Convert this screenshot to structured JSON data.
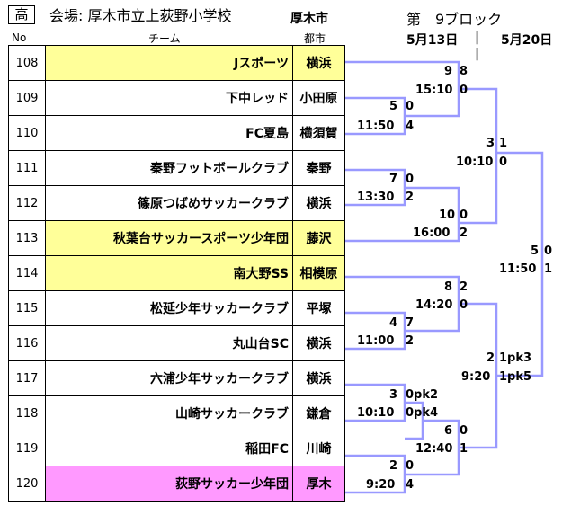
{
  "header": {
    "grade": "高",
    "venue": "会場: 厚木市立上荻野小学校",
    "city": "厚木市",
    "block": "第　9ブロック",
    "date1": "5月13日",
    "date2": "5月20日",
    "separator": "|\n|"
  },
  "columns": {
    "no": "No",
    "team": "チーム",
    "city": "都市"
  },
  "colors": {
    "highlight_yellow": "#ffff99",
    "highlight_pink": "#ff99ff",
    "bracket_line": "#9999ff"
  },
  "teams": [
    {
      "no": "108",
      "name": "Jスポーツ",
      "city": "横浜",
      "hl": "yellow"
    },
    {
      "no": "109",
      "name": "下中レッド",
      "city": "小田原",
      "hl": ""
    },
    {
      "no": "110",
      "name": "FC夏島",
      "city": "横須賀",
      "hl": ""
    },
    {
      "no": "111",
      "name": "秦野フットボールクラブ",
      "city": "秦野",
      "hl": ""
    },
    {
      "no": "112",
      "name": "篠原つばめサッカークラブ",
      "city": "横浜",
      "hl": ""
    },
    {
      "no": "113",
      "name": "秋葉台サッカースポーツ少年団",
      "city": "藤沢",
      "hl": "yellow"
    },
    {
      "no": "114",
      "name": "南大野SS",
      "city": "相模原",
      "hl": "yellow"
    },
    {
      "no": "115",
      "name": "松延少年サッカークラブ",
      "city": "平塚",
      "hl": ""
    },
    {
      "no": "116",
      "name": "丸山台SC",
      "city": "横浜",
      "hl": ""
    },
    {
      "no": "117",
      "name": "六浦少年サッカークラブ",
      "city": "横浜",
      "hl": ""
    },
    {
      "no": "118",
      "name": "山崎サッカークラブ",
      "city": "鎌倉",
      "hl": ""
    },
    {
      "no": "119",
      "name": "稲田FC",
      "city": "川崎",
      "hl": ""
    },
    {
      "no": "120",
      "name": "荻野サッカー少年団",
      "city": "厚木",
      "hl": "pink"
    }
  ],
  "matches": [
    {
      "time": "11:50",
      "top_score": "5",
      "bottom_score": "4",
      "second_score": "0"
    },
    {
      "time": "15:10",
      "top_score": "9",
      "bottom_score": "0",
      "second_score": "8"
    },
    {
      "time": "13:30",
      "top_score": "7",
      "bottom_score": "2",
      "second_score": "0"
    },
    {
      "time": "16:00",
      "top_score": "10",
      "bottom_score": "2",
      "second_score": "0"
    },
    {
      "time": "10:10",
      "top_score": "3",
      "bottom_score": "0",
      "second_score": "1"
    },
    {
      "time": "11:00",
      "top_score": "4",
      "bottom_score": "2",
      "second_score": "7"
    },
    {
      "time": "14:20",
      "top_score": "8",
      "bottom_score": "0",
      "second_score": "2"
    },
    {
      "time": "10:10",
      "top_score": "3",
      "bottom_score": "0pk4",
      "second_score": "0pk2"
    },
    {
      "time": "9:20",
      "top_score": "2",
      "bottom_score": "4",
      "second_score": "0"
    },
    {
      "time": "12:40",
      "top_score": "6",
      "bottom_score": "1",
      "second_score": "0"
    },
    {
      "time": "9:20",
      "top_score": "2",
      "bottom_score": "1pk5",
      "second_score": "1pk3"
    },
    {
      "time": "11:50",
      "top_score": "5",
      "bottom_score": "1",
      "second_score": "0"
    }
  ]
}
